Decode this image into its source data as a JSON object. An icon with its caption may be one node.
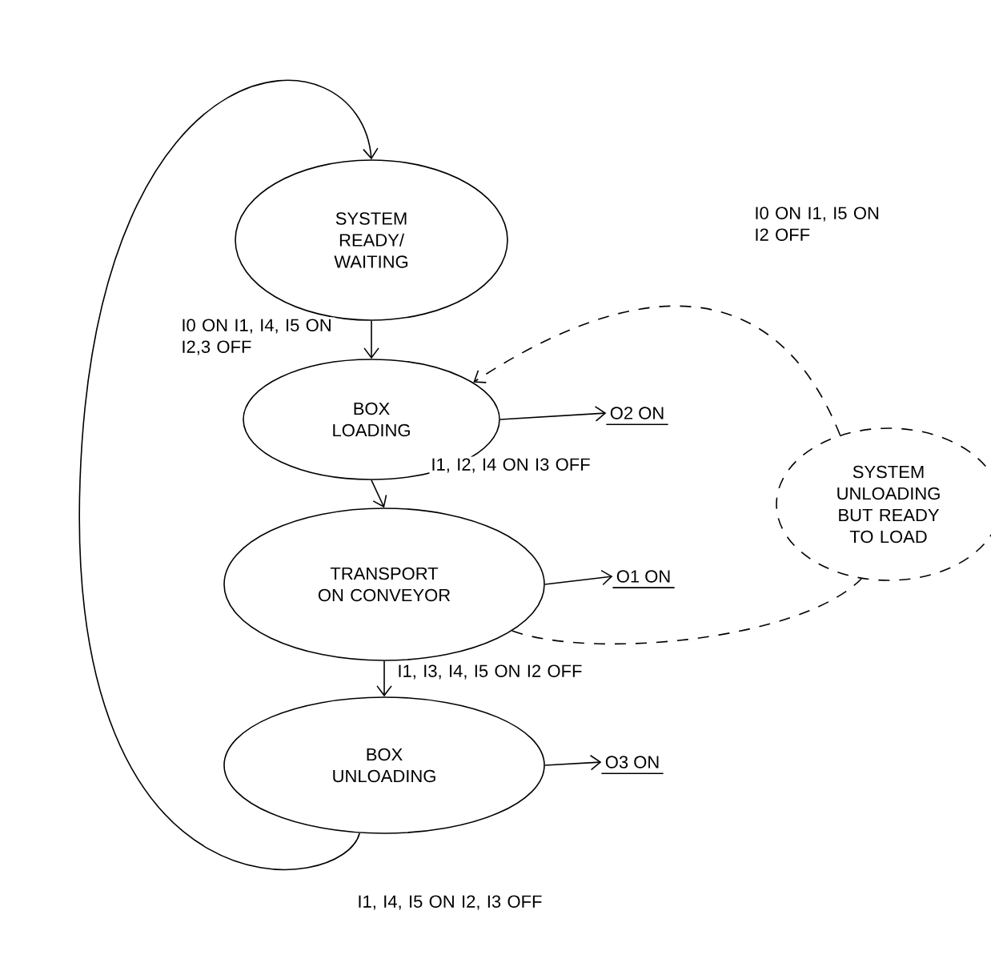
{
  "diagram": {
    "nodes": [
      {
        "text": [
          "SYSTEM READY/ WAITING"
        ]
      },
      {
        "text": [
          "BOX LOADING"
        ]
      },
      {
        "text": [
          "TRANSPORT ON CONVEYOR"
        ]
      },
      {
        "text": [
          "BOX UNLOADING"
        ]
      },
      {
        "text": [
          "SYSTEM UNLOADING BUT READY TO LOAD"
        ]
      },
      {
        "text": [
          "O2 ON"
        ]
      },
      {
        "text": [
          "O1 ON"
        ]
      },
      {
        "text": [
          "O3 ON"
        ]
      }
    ],
    "edges": [
      {
        "from": 0,
        "to": 1,
        "arrow": "to",
        "label": "I0 ON I1, I4, I5 ON I2,3 OFF"
      },
      {
        "from": 1,
        "to": 2,
        "arrow": "to",
        "label": "I1, I2, I4 ON I3 OFF"
      },
      {
        "from": 2,
        "to": 3,
        "arrow": "to",
        "label": "I1, I3, I4, I5 ON I2 OFF"
      },
      {
        "from": 3,
        "to": 0,
        "arrow": "to",
        "label": "I1, I4, I5 ON I2, I3 OFF"
      },
      {
        "from": 2,
        "to": 4,
        "arrow": "none",
        "style": "dashed"
      },
      {
        "from": 4,
        "to": 1,
        "arrow": "to",
        "style": "dashed",
        "label": "I0 ON I1, I5 ON I2 OFF"
      },
      {
        "from": 1,
        "to": 5,
        "arrow": "to"
      },
      {
        "from": 2,
        "to": 6,
        "arrow": "to"
      },
      {
        "from": 3,
        "to": 7,
        "arrow": "to"
      }
    ]
  }
}
